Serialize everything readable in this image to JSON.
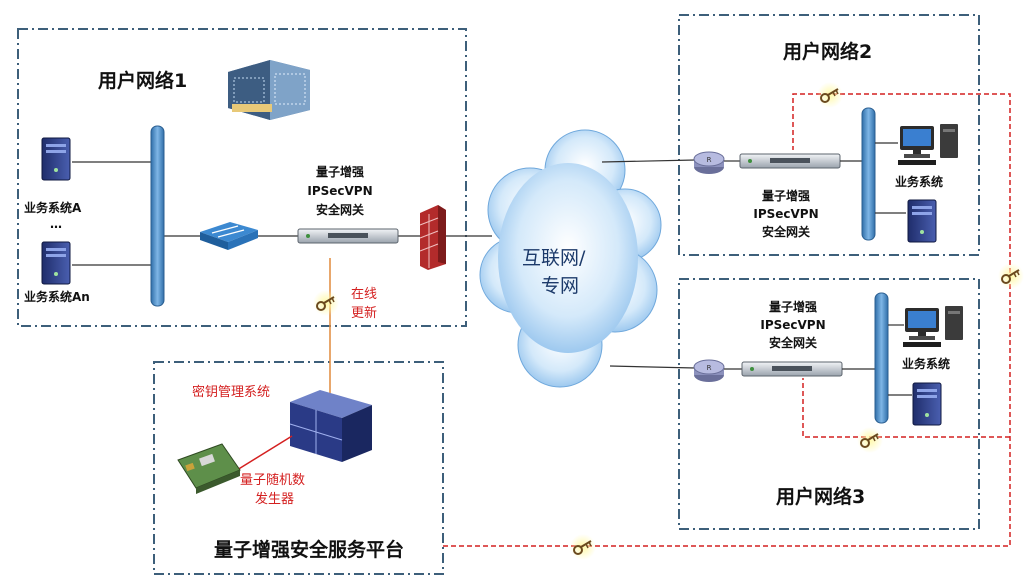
{
  "networks": {
    "user1": "用户网络1",
    "user2": "用户网络2",
    "user3": "用户网络3",
    "platform": "量子增强安全服务平台"
  },
  "systems": {
    "sys_a": "业务系统A",
    "dots": "…",
    "sys_an": "业务系统An",
    "sys_net2": "业务系统",
    "sys_net3": "业务系统"
  },
  "gateways": {
    "line1": "量子增强",
    "line2": "IPSecVPN",
    "line3": "安全网关"
  },
  "cloud": {
    "line1": "互联网/",
    "line2": "专网"
  },
  "labels": {
    "online_1": "在线",
    "online_2": "更新",
    "kms": "密钥管理系统",
    "qrng_1": "量子随机数",
    "qrng_2": "发生器"
  },
  "colors": {
    "frame": "#3d5f7a",
    "link_red": "#d42020",
    "link_orange": "#e08a3c",
    "bus": "#4f8fca",
    "cloud": "#9cc9ef"
  }
}
